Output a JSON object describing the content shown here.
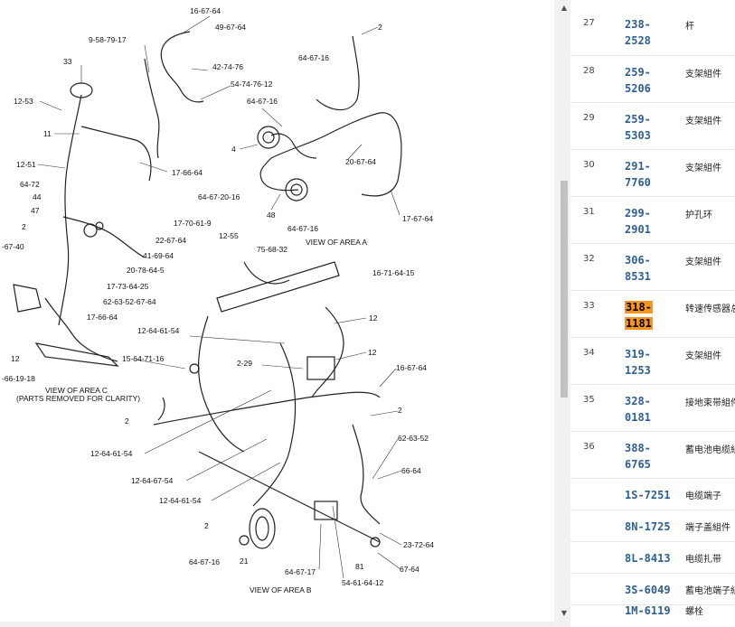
{
  "diagram": {
    "labels": [
      "16-67-64",
      "49-67-64",
      "9-58-79-17",
      "42-74-76",
      "54-74-76-12",
      "33",
      "12-53",
      "2",
      "64-67-16",
      "64-67-16",
      "4",
      "11",
      "12-51",
      "20-67-64",
      "17-66-64",
      "64-72",
      "44",
      "47",
      "2",
      "-67-40",
      "17-70-61-9",
      "22-67-64",
      "41-69-64",
      "20-78-64-5",
      "17-73-64-25",
      "62-63-52-67-64",
      "17-66-64",
      "64-67-20-16",
      "48",
      "64-67-16",
      "17-67-64",
      "12-55",
      "75-68-32",
      "16-71-64-15",
      "12",
      "12-64-61-54",
      "12",
      "15-64-71-16",
      "2-29",
      "16-67-64",
      "12",
      "-66-19-18",
      "2",
      "2",
      "12-64-61-54",
      "62-63-52",
      "12-64-67-54",
      "66-64",
      "12-64-61-54",
      "2",
      "23-72-64",
      "64-67-16",
      "21",
      "64-67-17",
      "81",
      "54-61-64-12",
      "67-64"
    ],
    "captions": {
      "area_a": "VIEW OF AREA  A",
      "area_c_1": "VIEW OF AREA  C",
      "area_c_2": "(PARTS REMOVED FOR CLARITY)",
      "area_b": "VIEW OF AREA  B"
    }
  },
  "scrollbar": {
    "up": "▲",
    "down": "▼"
  },
  "parts": [
    {
      "idx": "27",
      "pn1": "238-",
      "pn2": "2528",
      "name": "杆"
    },
    {
      "idx": "28",
      "pn1": "259-",
      "pn2": "5206",
      "name": "支架組件"
    },
    {
      "idx": "29",
      "pn1": "259-",
      "pn2": "5303",
      "name": "支架組件"
    },
    {
      "idx": "30",
      "pn1": "291-",
      "pn2": "7760",
      "name": "支架組件"
    },
    {
      "idx": "31",
      "pn1": "299-",
      "pn2": "2901",
      "name": "护孔环"
    },
    {
      "idx": "32",
      "pn1": "306-",
      "pn2": "8531",
      "name": "支架組件"
    },
    {
      "idx": "33",
      "pn1": "318-",
      "pn2": "1181",
      "name": "转速传感器总",
      "highlight": true
    },
    {
      "idx": "34",
      "pn1": "319-",
      "pn2": "1253",
      "name": "支架組件"
    },
    {
      "idx": "35",
      "pn1": "328-",
      "pn2": "0181",
      "name": "接地束带組件"
    },
    {
      "idx": "36",
      "pn1": "388-",
      "pn2": "6765",
      "name": "蓄电池电缆組"
    },
    {
      "idx": "",
      "pn1": "1S-7251",
      "pn2": "",
      "name": "电缆端子"
    },
    {
      "idx": "",
      "pn1": "8N-1725",
      "pn2": "",
      "name": "端子盖組件"
    },
    {
      "idx": "",
      "pn1": "8L-8413",
      "pn2": "",
      "name": "电缆扎带"
    },
    {
      "idx": "",
      "pn1": "3S-6049",
      "pn2": "",
      "name": "蓄电池端子組"
    },
    {
      "idx": "",
      "pn1": "1M-6119",
      "pn2": "",
      "name": "螺栓"
    }
  ]
}
